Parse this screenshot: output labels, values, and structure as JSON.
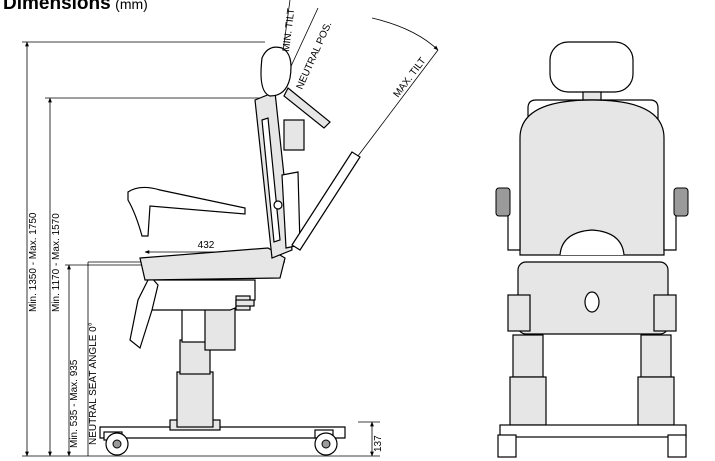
{
  "title": {
    "main": "Dimensions",
    "unit": "(mm)"
  },
  "labels": {
    "overall_height": "Min. 1350 - Max. 1750",
    "back_height": "Min. 1170 - Max. 1570",
    "seat_height": "Min. 535 - Max. 935",
    "neutral_seat_angle": "NEUTRAL  SEAT  ANGLE  0°",
    "seat_depth": "432",
    "base_height": "137",
    "min_tilt": "MIN. TILT",
    "neutral_pos": "NEUTRAL  POS.",
    "max_tilt": "MAX. TILT"
  }
}
